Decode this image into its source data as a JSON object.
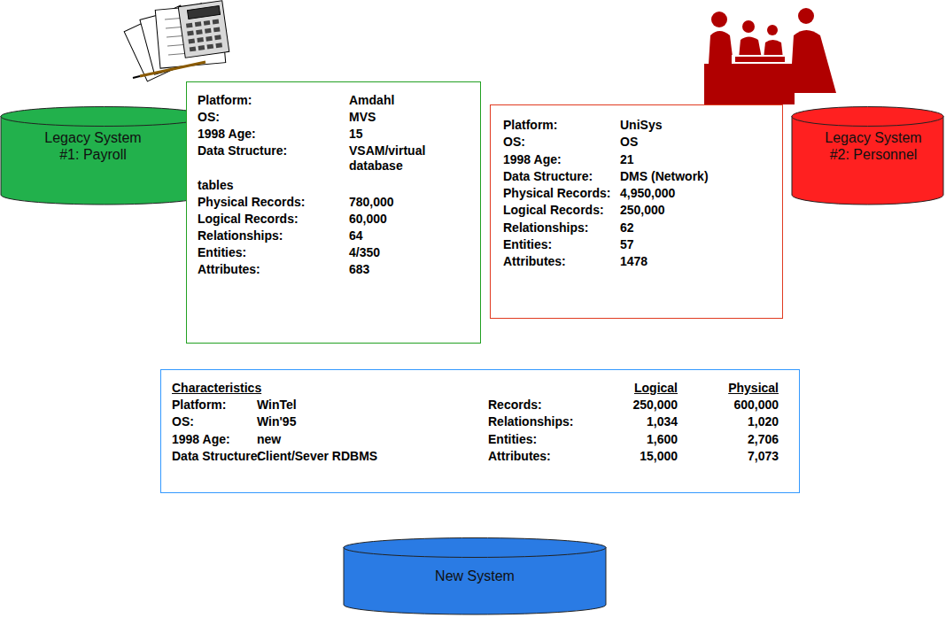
{
  "diagram": {
    "nodes": [
      {
        "text": [
          "Legacy System #1: Payroll"
        ]
      },
      {
        "text": [
          "Platform:",
          "Amdahl",
          "OS:",
          "MVS",
          "1998 Age:",
          "15",
          "Data Structure:",
          "VSAM/virtual database",
          "tables",
          "Physical Records:",
          "780,000",
          "Logical Records:",
          "60,000",
          "Relationships:",
          "64",
          "Entities:",
          "4/350",
          "Attributes:",
          "683"
        ]
      },
      {
        "text": [
          "Platform:",
          "UniSys",
          "OS:",
          "OS",
          "1998 Age:",
          "21",
          "Data Structure:",
          "DMS (Network)",
          "Physical Records:",
          "4,950,000",
          "Logical Records:",
          "250,000",
          "Relationships:",
          "62",
          "Entities:",
          "57",
          "Attributes:",
          "1478"
        ]
      },
      {
        "text": [
          "Legacy System #2: Personnel"
        ]
      },
      {
        "text": [
          "Characteristics",
          "Logical",
          "Physical",
          "Platform:",
          "WinTel",
          "Records:",
          "250,000",
          "600,000",
          "OS:",
          "Win'95",
          "Relationships:",
          "1,034",
          "1,020",
          "1998 Age:",
          "new",
          "Entities:",
          "1,600",
          "2,706",
          "Data Structure:",
          "Client/Sever RDBMS",
          "Attributes:",
          "15,000",
          "7,073"
        ]
      },
      {
        "text": [
          "New System"
        ]
      }
    ]
  }
}
